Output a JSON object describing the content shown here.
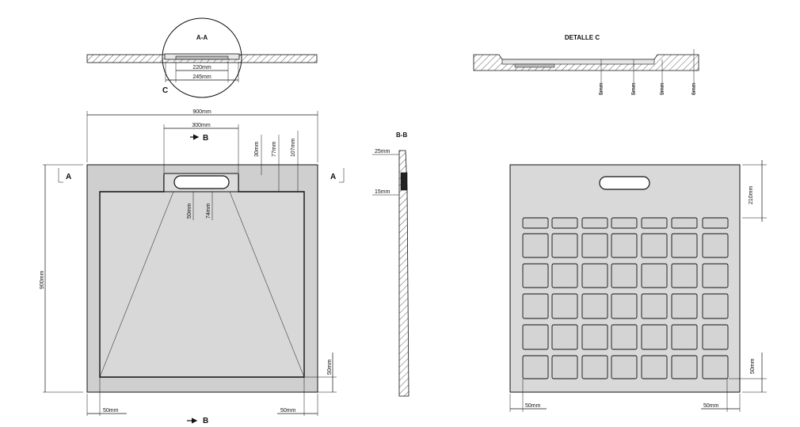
{
  "section_aa": {
    "title": "A-A",
    "detail_marker": "C",
    "dim_inner": "220mm",
    "dim_outer": "245mm"
  },
  "detail_c": {
    "title": "DETALLE C",
    "dims": [
      "5mm",
      "5mm",
      "9mm",
      "6mm"
    ]
  },
  "top_view": {
    "width_total": "900mm",
    "width_drain": "300mm",
    "height_total": "900mm",
    "dims_right": [
      "30mm",
      "77mm",
      "107mm"
    ],
    "dims_drain_vertical": [
      "50mm",
      "74mm"
    ],
    "dim_bottom_edge": "50mm",
    "dim_left_margin": "50mm",
    "dim_right_margin": "50mm",
    "section_a_label": "A",
    "section_b_label": "B"
  },
  "section_bb": {
    "title": "B-B",
    "dims": [
      "25mm",
      "15mm"
    ]
  },
  "bottom_view": {
    "dim_top": "210mm",
    "dim_side": "50mm",
    "dim_left": "50mm",
    "dim_right": "50mm"
  }
}
